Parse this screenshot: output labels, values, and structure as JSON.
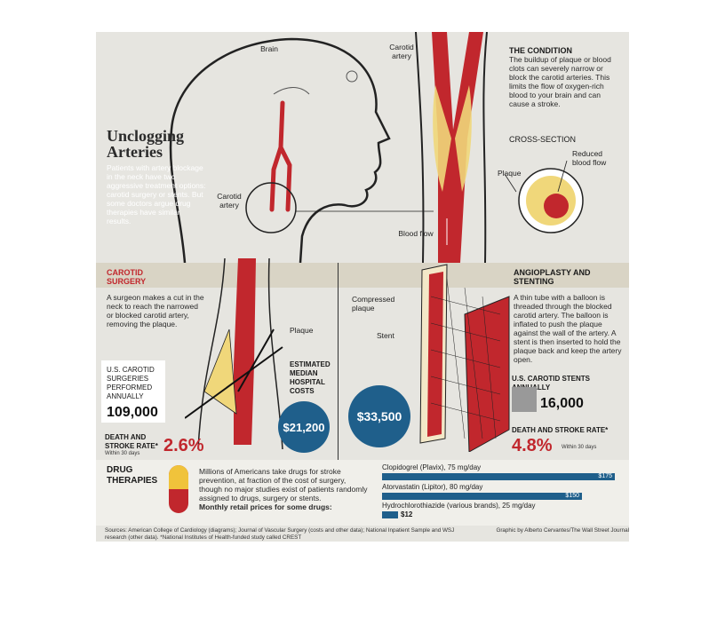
{
  "title": "Unclogging Arteries",
  "intro": "Patients with artery blockage in the neck have two aggressive treatment options: carotid surgery or stents. But some doctors argue drug therapies have similar results.",
  "labels": {
    "brain": "Brain",
    "carotid_artery_top": "Carotid artery",
    "carotid_artery_left": "Carotid artery",
    "blood_flow": "Blood flow",
    "plaque": "Plaque",
    "cross_section": "CROSS-SECTION",
    "reduced_blood_flow": "Reduced blood flow",
    "plaque_surgery": "Plaque",
    "compressed_plaque": "Compressed plaque",
    "stent": "Stent"
  },
  "condition": {
    "heading": "THE CONDITION",
    "text": "The buildup of plaque or blood clots can severely narrow or block the carotid arteries. This limits the flow of oxygen-rich blood to your brain and can cause a stroke."
  },
  "surgery": {
    "heading": "CAROTID SURGERY",
    "text": "A surgeon makes a cut in the neck to reach the narrowed or blocked carotid artery, removing the plaque.",
    "annual_label": "U.S. CAROTID SURGERIES PERFORMED ANNUALLY",
    "annual_value": "109,000",
    "rate_label": "DEATH AND STROKE RATE*",
    "rate_sub": "Within 30 days",
    "rate_value": "2.6%",
    "cost": "$21,200"
  },
  "costs": {
    "label": "ESTIMATED MEDIAN HOSPITAL COSTS"
  },
  "stenting": {
    "heading": "ANGIOPLASTY AND STENTING",
    "text": "A thin tube with a balloon is threaded through the blocked carotid artery. The balloon is inflated to push the plaque against the wall of the artery. A stent is then inserted to hold the plaque back and keep the artery open.",
    "annual_label": "U.S. CAROTID STENTS ANNUALLY",
    "annual_value": "16,000",
    "rate_label": "DEATH AND STROKE RATE*",
    "rate_sub": "Within 30 days",
    "rate_value": "4.8%",
    "cost": "$33,500"
  },
  "drugs": {
    "heading": "DRUG THERAPIES",
    "text": "Millions of Americans take drugs for stroke prevention, at fraction of the cost of surgery, though no major studies exist of patients randomly assigned to drugs, surgery or stents.",
    "text_bold": "Monthly retail prices for some drugs:",
    "items": [
      {
        "label": "Clopidogrel (Plavix), 75 mg/day",
        "price": "$175",
        "value": 175
      },
      {
        "label": "Atorvastatin (Lipitor), 80 mg/day",
        "price": "$150",
        "value": 150
      },
      {
        "label": "Hydrochlorothiazide (various brands), 25 mg/day",
        "price": "$12",
        "value": 12
      }
    ]
  },
  "sources": "Sources: American College of Cardiology (diagrams); Journal of Vascular Surgery (costs and other data); National Inpatient Sample and WSJ research (other data). *National Institutes of Health-funded study called CREST",
  "credit": "Graphic by Alberto Cervantes/The Wall Street Journal",
  "colors": {
    "artery": "#c1272d",
    "plaque": "#f0d77a",
    "cost_blue": "#1f5f8b"
  }
}
